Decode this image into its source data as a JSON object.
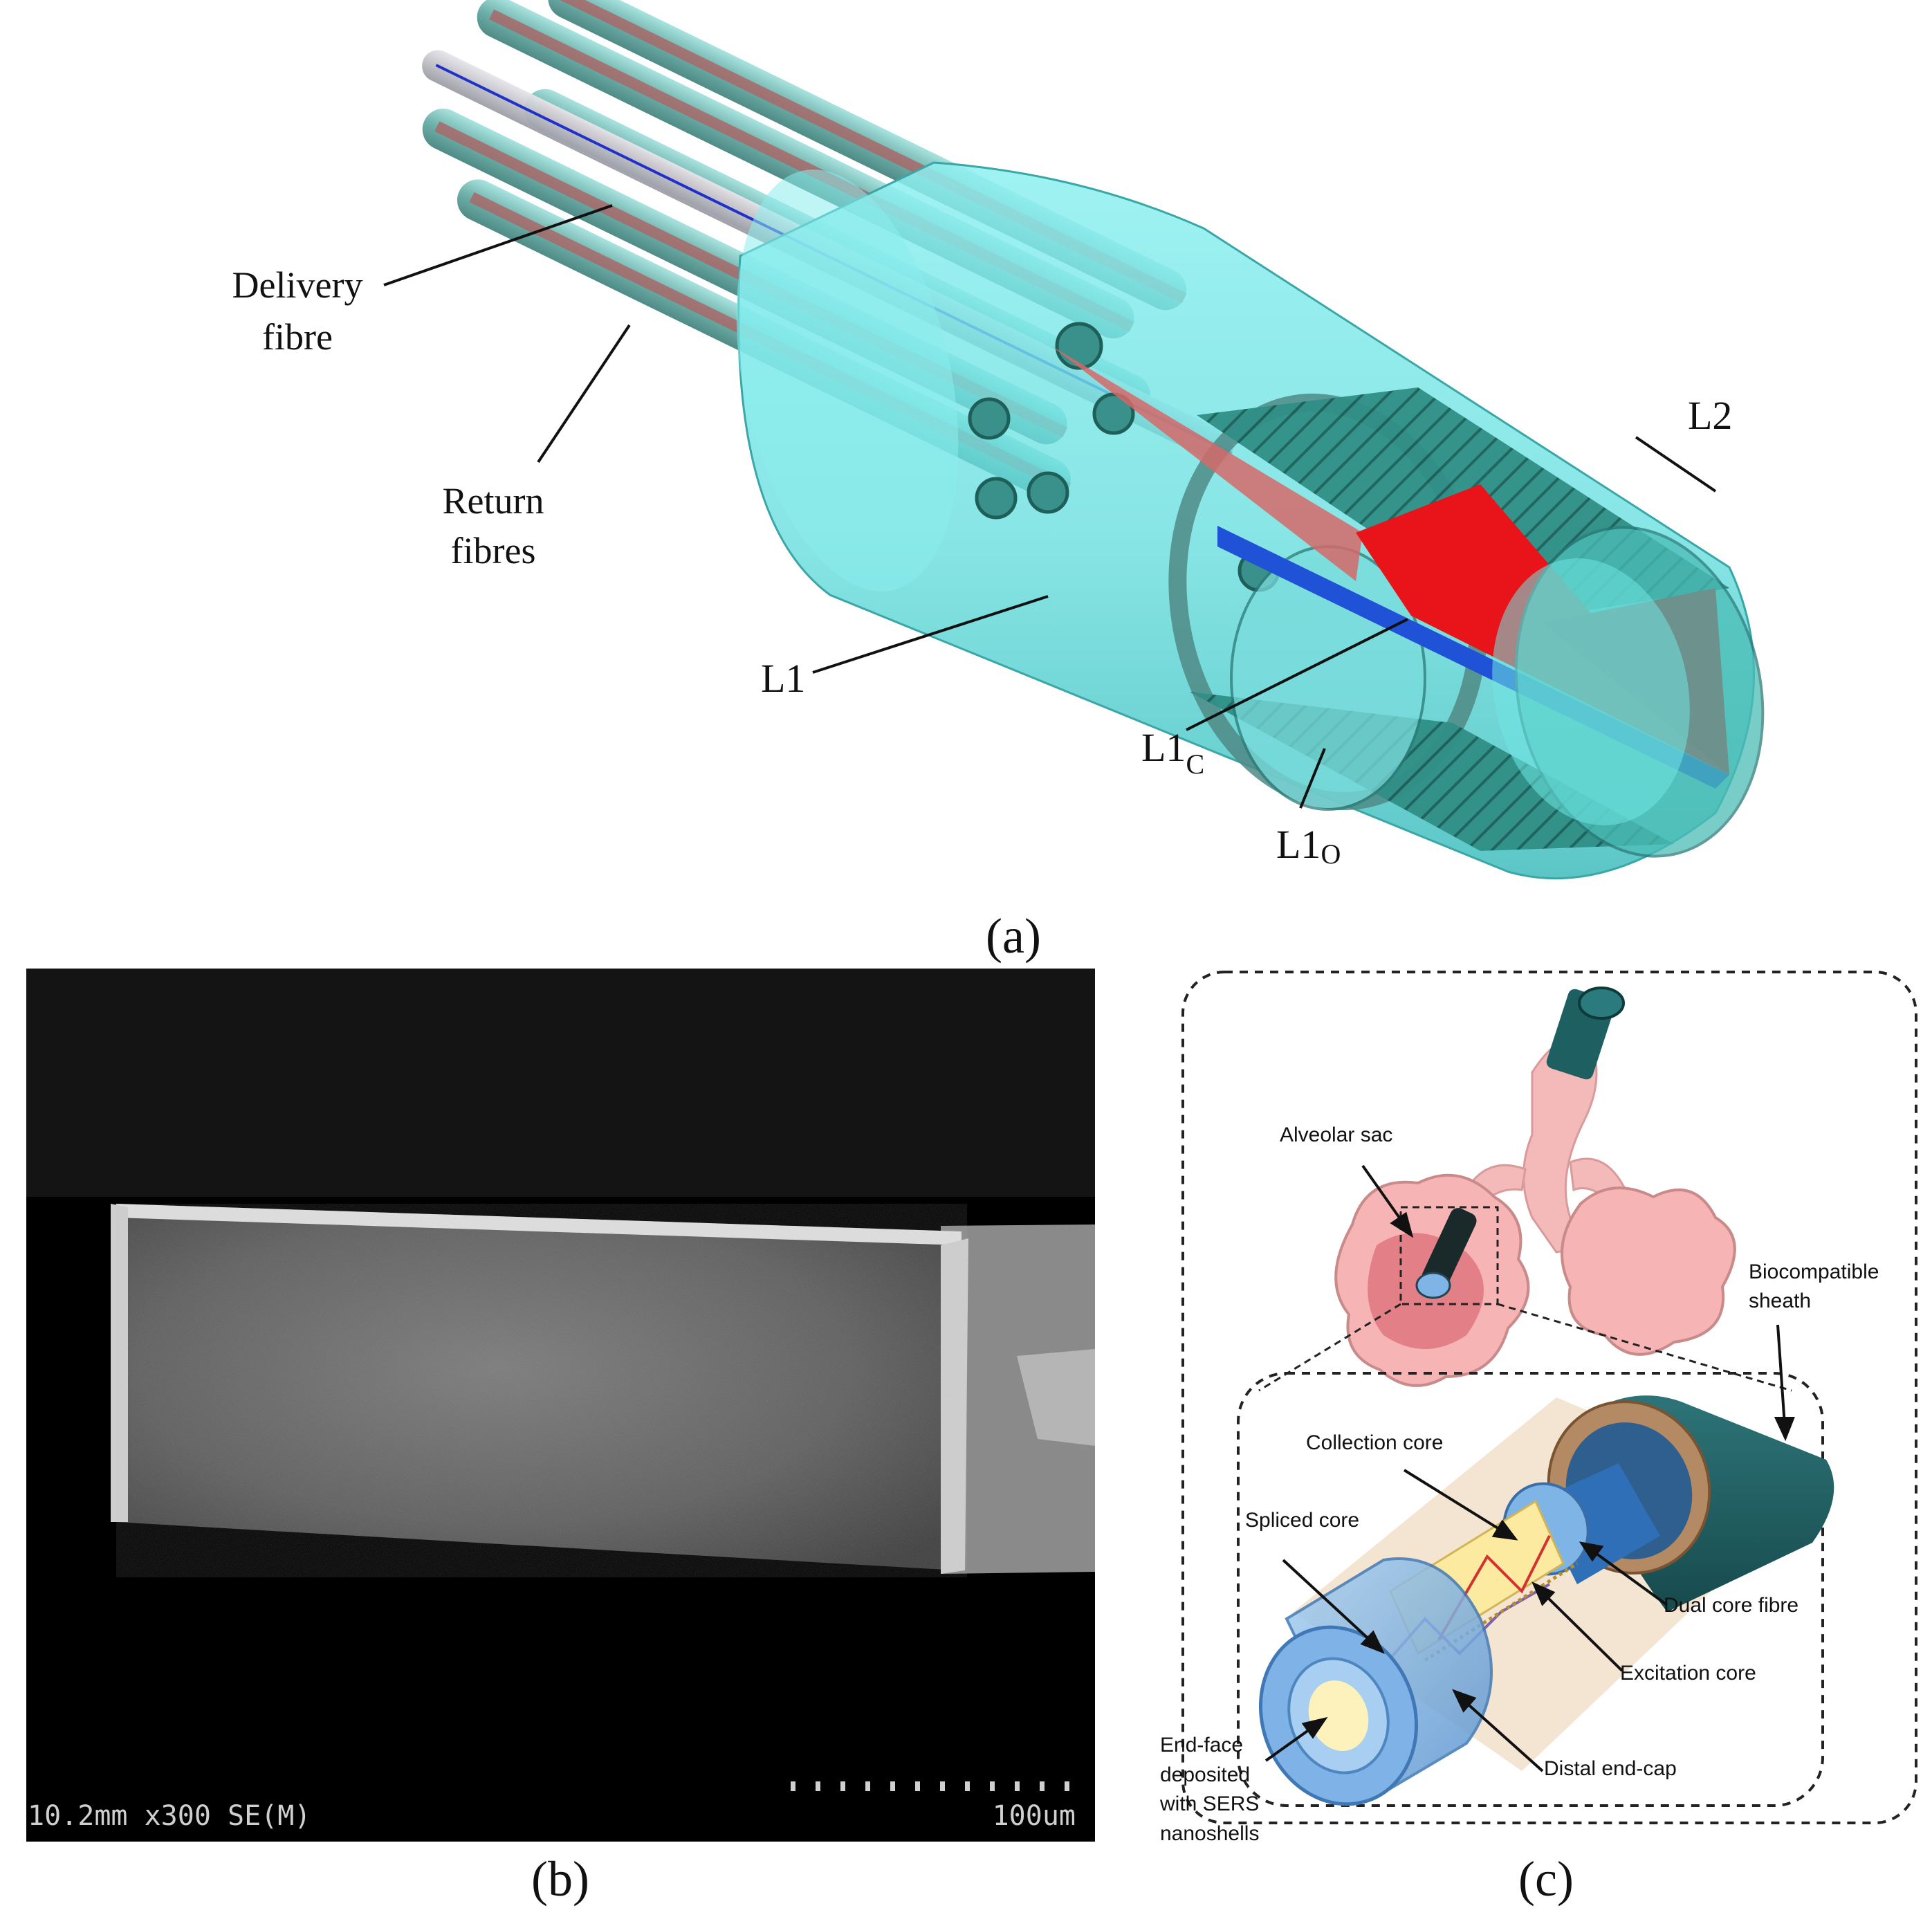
{
  "panel_a": {
    "caption": "(a)",
    "labels": {
      "delivery_line1": "Delivery",
      "delivery_line2": "fibre",
      "return_line1": "Return",
      "return_line2": "fibres",
      "l1": "L1",
      "l2": "L2",
      "l1c_main": "L1",
      "l1c_sub": "C",
      "l1o_main": "L1",
      "l1o_sub": "O"
    },
    "colors": {
      "lens_cyan": "#5fe0e0",
      "lens_dark": "#2f8f86",
      "light_red": "#e8141a",
      "light_blue": "#1f52d6",
      "fibre_core": "#b07070"
    }
  },
  "panel_b": {
    "caption": "(b)",
    "sem_info": "10.2mm x300 SE(M)",
    "scale_label": "100um"
  },
  "panel_c": {
    "caption": "(c)",
    "labels": {
      "alveolar_sac": "Alveolar sac",
      "biocompatible_line1": "Biocompatible",
      "biocompatible_line2": "sheath",
      "collection_core": "Collection core",
      "spliced_core": "Spliced core",
      "dual_core_fibre": "Dual core fibre",
      "excitation_core": "Excitation core",
      "distal_end_cap": "Distal end-cap",
      "endface_line1": "End-face",
      "endface_line2": "deposited",
      "endface_line3": "with SERS",
      "endface_line4": "nanoshells"
    },
    "colors": {
      "lung_pink": "#f2b3b3",
      "sheath_teal": "#1e5f62",
      "cap_blue": "#7fb4e6",
      "core_yellow": "#fbeaa0"
    }
  }
}
